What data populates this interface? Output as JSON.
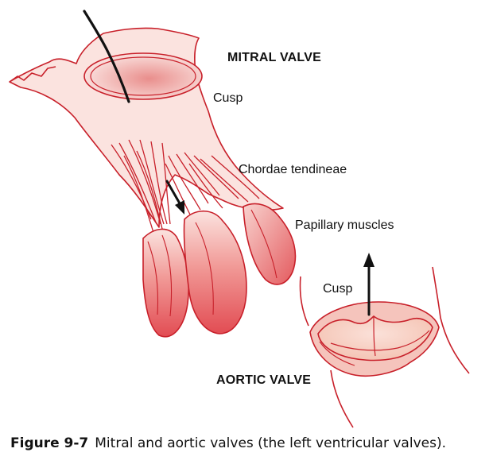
{
  "labels": {
    "mitral_valve": "MITRAL VALVE",
    "cusp_mitral": "Cusp",
    "chordae": "Chordae tendineae",
    "papillary": "Papillary muscles",
    "cusp_aortic": "Cusp",
    "aortic_valve": "AORTIC VALVE"
  },
  "caption": {
    "number": "Figure 9-7",
    "text": "Mitral and aortic valves (the left ventricular valves)."
  },
  "colors": {
    "outline": "#c8202a",
    "tissue_light": "#fbe3df",
    "tissue_mid": "#f2b3ad",
    "tissue_dark": "#d9454b",
    "arrow": "#111111"
  }
}
